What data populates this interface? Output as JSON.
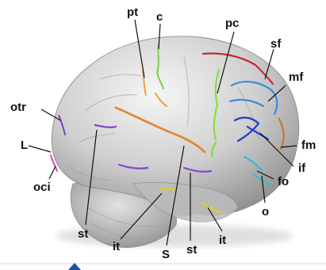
{
  "labels": {
    "pt": "pt",
    "c": "c",
    "pc": "pc",
    "sf": "sf",
    "mf": "mf",
    "otr": "otr",
    "fm": "fm",
    "L": "L",
    "if": "if",
    "fo": "fo",
    "oci": "oci",
    "o": "o",
    "st_left": "st",
    "it_left": "it",
    "S": "S",
    "st_center": "st",
    "it_right": "it"
  },
  "colors": {
    "background": "#ffffff",
    "surface": "#c8c8c8",
    "label": "#111111",
    "leader": "#111111",
    "pt_sulcus": "#e8a040",
    "c_sulcus": "#80d040",
    "pc_sulcus": "#80e040",
    "sf_sulcus": "#c8283c",
    "mf_sulcus": "#3a8ae0",
    "if_sulcus": "#1e3cc8",
    "fm_sulcus": "#c87828",
    "fo_sulcus": "#30c0d0",
    "otr_sulcus": "#8040c0",
    "oci_sulcus": "#e040c0",
    "S_sulcus": "#e08830",
    "st_sulcus": "#8a40d0",
    "it_sulcus": "#e0d020",
    "corner_mark": "#1e4fa0"
  }
}
